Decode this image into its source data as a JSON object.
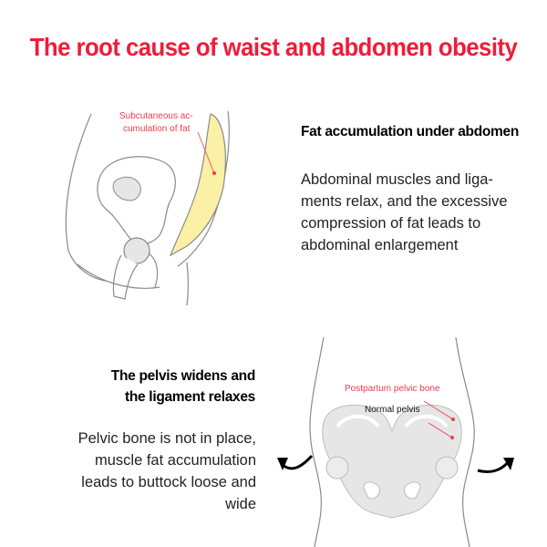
{
  "title": "The root cause of waist and abdomen obesity",
  "section1": {
    "heading": "Fat accumulation under abdomen",
    "body_lines": [
      "Abdominal muscles and liga-",
      "ments relax, and the excessive",
      "compression of fat leads to",
      "abdominal enlargement"
    ],
    "label_lines": [
      "Subcutaneous ac-",
      "cumulation of fat"
    ]
  },
  "section2": {
    "heading_lines": [
      "The pelvis widens and",
      "the ligament relaxes"
    ],
    "body_lines": [
      "Pelvic bone is not in place,",
      "muscle fat accumulation",
      "leads to buttock loose and",
      "wide"
    ],
    "label_postpartum": "Postpartum pelvic bone",
    "label_normal": "Normal pelvis"
  },
  "colors": {
    "title": "#ef1c3a",
    "label_red": "#ef3b4f",
    "fat_fill": "#fbf1a6",
    "outline": "#8a8a8a",
    "bone_fill": "#e6e6e6"
  },
  "icons": [
    "hip-side-illustration",
    "pelvis-front-illustration",
    "curved-arrow-left-icon",
    "curved-arrow-right-icon"
  ]
}
